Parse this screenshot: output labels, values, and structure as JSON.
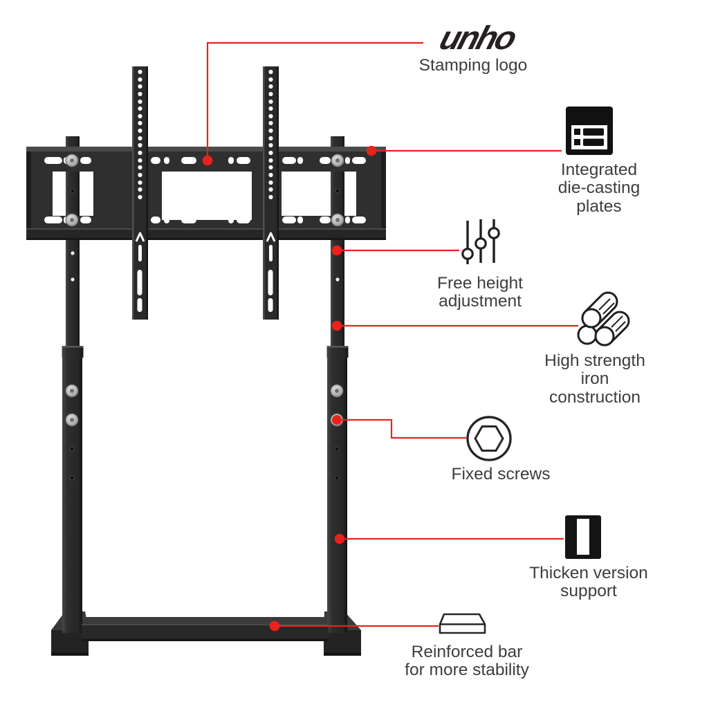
{
  "brand": {
    "logo_text": "unho"
  },
  "colors": {
    "accent_red": "#e8231c",
    "stand_dark": "#2d2d2d",
    "label_text": "#3d3d3d",
    "background": "#ffffff"
  },
  "callouts": [
    {
      "id": "stamping-logo",
      "icon": "unho-logo",
      "label": "Stamping logo"
    },
    {
      "id": "die-casting-plates",
      "icon": "plates-icon",
      "label": "Integrated\ndie-casting plates"
    },
    {
      "id": "height-adjustment",
      "icon": "sliders-icon",
      "label": "Free height\nadjustment"
    },
    {
      "id": "iron-construction",
      "icon": "pipes-icon",
      "label": "High strength\niron construction"
    },
    {
      "id": "fixed-screws",
      "icon": "hex-screw-icon",
      "label": "Fixed screws"
    },
    {
      "id": "thicken-support",
      "icon": "support-icon",
      "label": "Thicken version support"
    },
    {
      "id": "reinforced-bar",
      "icon": "bar-icon",
      "label": "Reinforced bar\nfor more stability"
    }
  ]
}
